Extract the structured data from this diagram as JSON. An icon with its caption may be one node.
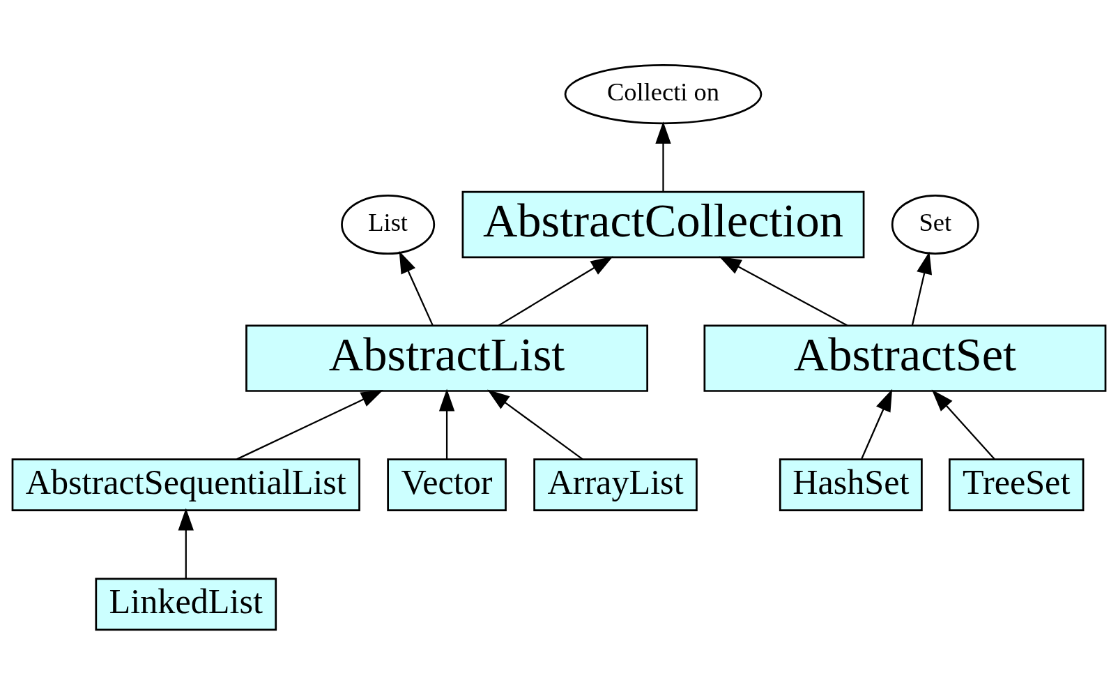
{
  "diagram": {
    "nodes": [
      {
        "text": [
          "Collecti on"
        ]
      },
      {
        "text": [
          "List"
        ]
      },
      {
        "text": [
          "AbstractCollection"
        ]
      },
      {
        "text": [
          "Set"
        ]
      },
      {
        "text": [
          "AbstractList"
        ]
      },
      {
        "text": [
          "AbstractSet"
        ]
      },
      {
        "text": [
          "AbstractSequentialList"
        ]
      },
      {
        "text": [
          "Vector"
        ]
      },
      {
        "text": [
          "ArrayList"
        ]
      },
      {
        "text": [
          "HashSet"
        ]
      },
      {
        "text": [
          "TreeSet"
        ]
      },
      {
        "text": [
          "LinkedList"
        ]
      }
    ],
    "edges": [
      {
        "from": 2,
        "to": 0,
        "arrow": "to"
      },
      {
        "from": 4,
        "to": 1,
        "arrow": "to"
      },
      {
        "from": 4,
        "to": 2,
        "arrow": "to"
      },
      {
        "from": 5,
        "to": 2,
        "arrow": "to"
      },
      {
        "from": 5,
        "to": 3,
        "arrow": "to"
      },
      {
        "from": 6,
        "to": 4,
        "arrow": "to"
      },
      {
        "from": 7,
        "to": 4,
        "arrow": "to"
      },
      {
        "from": 8,
        "to": 4,
        "arrow": "to"
      },
      {
        "from": 9,
        "to": 5,
        "arrow": "to"
      },
      {
        "from": 10,
        "to": 5,
        "arrow": "to"
      },
      {
        "from": 11,
        "to": 6,
        "arrow": "to"
      }
    ]
  }
}
